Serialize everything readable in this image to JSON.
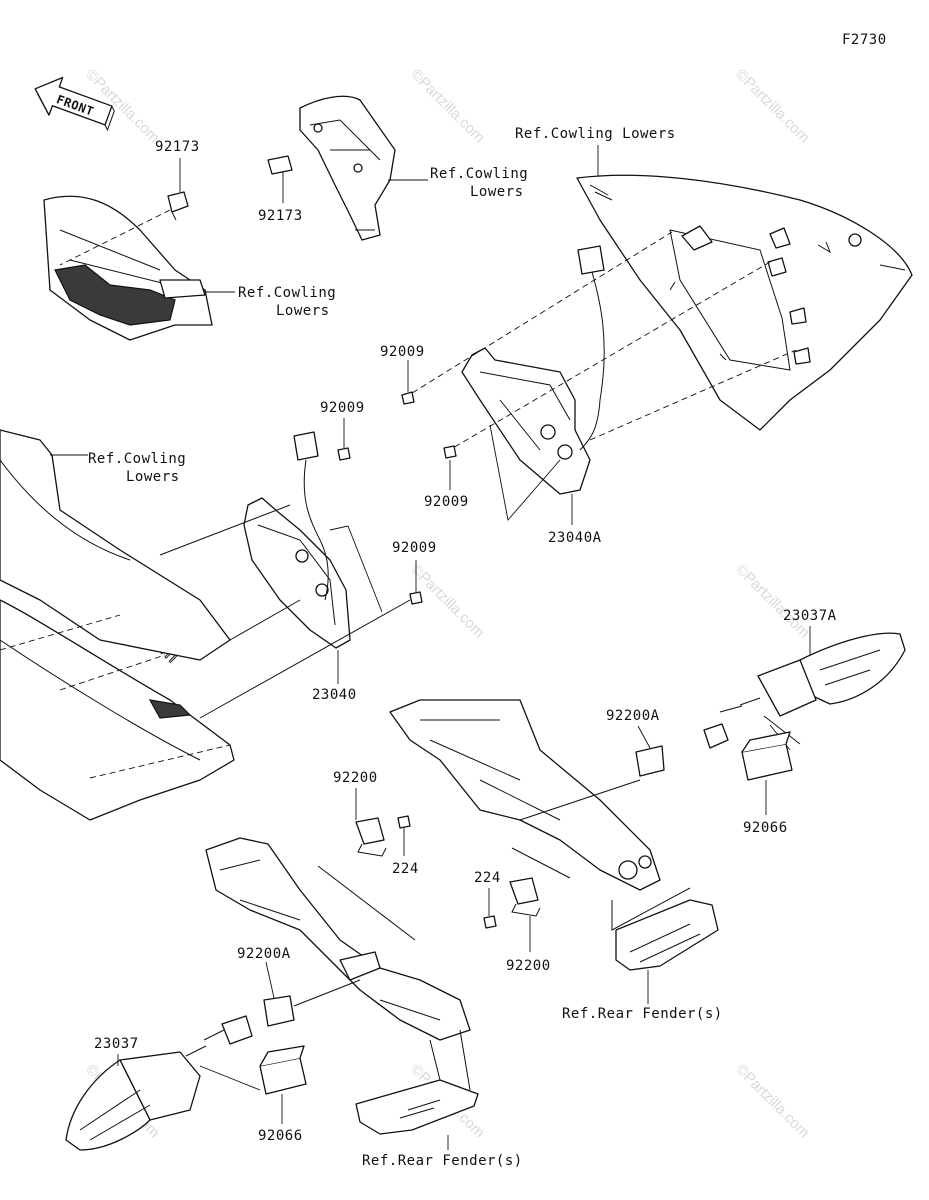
{
  "figure_code": "F2730",
  "front_label": "FRONT",
  "watermark": "©Partzilla.com",
  "part_labels": {
    "p92173_a": "92173",
    "p92173_b": "92173",
    "p92009_a": "92009",
    "p92009_b": "92009",
    "p92009_c": "92009",
    "p92009_d": "92009",
    "p23040a": "23040A",
    "p23040": "23040",
    "p23037a": "23037A",
    "p23037": "23037",
    "p92200a_a": "92200A",
    "p92200a_b": "92200A",
    "p92200_a": "92200",
    "p92200_b": "92200",
    "p224_a": "224",
    "p224_b": "224",
    "p92066_a": "92066",
    "p92066_b": "92066"
  },
  "ref_labels": {
    "cowling_top_line1": "Ref.Cowling Lowers",
    "cowling_mid_line1": "Ref.Cowling",
    "cowling_mid_line2": "Lowers",
    "cowling_left_line1": "Ref.Cowling",
    "cowling_left_line2": "Lowers",
    "cowling_lower_line1": "Ref.Cowling",
    "cowling_lower_line2": "Lowers",
    "fender_right": "Ref.Rear Fender(s)",
    "fender_bottom": "Ref.Rear Fender(s)"
  }
}
